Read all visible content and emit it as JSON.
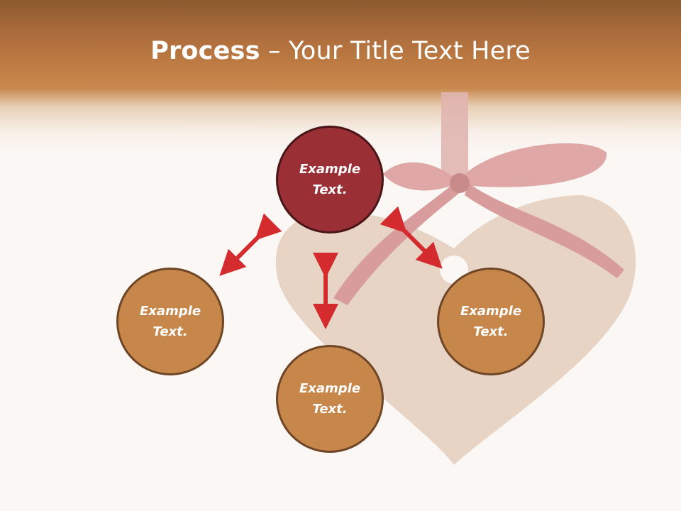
{
  "title": {
    "bold": "Process",
    "rest": " – Your Title Text Here"
  },
  "nodes": {
    "top": "Example\nText.",
    "left": "Example\nText.",
    "right": "Example\nText.",
    "bottom": "Example\nText."
  },
  "colors": {
    "header": "#c07d44",
    "top_circle": "#9a3036",
    "side_circle": "#c8874a",
    "arrow": "#d42b2f"
  }
}
